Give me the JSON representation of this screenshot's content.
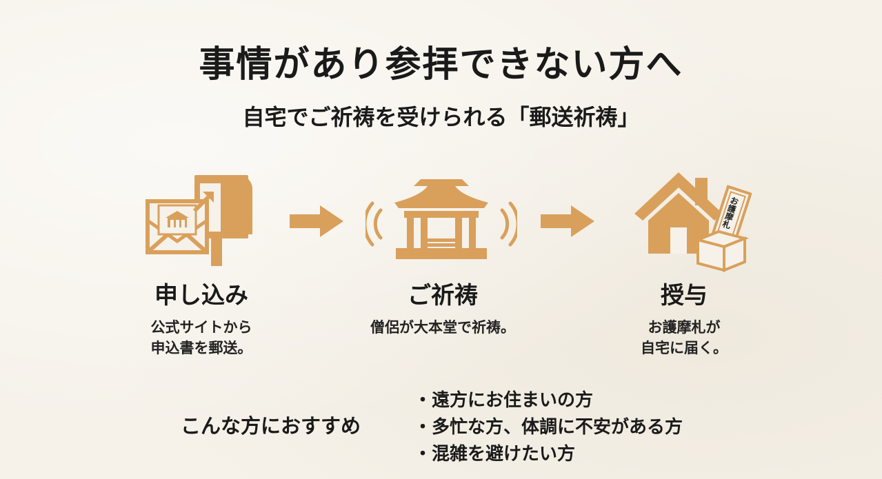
{
  "header": {
    "title": "事情があり参拝できない方へ",
    "subtitle": "自宅でご祈祷を受けられる「郵送祈祷」"
  },
  "colors": {
    "accent": "#d9a05c",
    "text": "#1a1a1a",
    "background": "#f6f2ea"
  },
  "steps": [
    {
      "icon": "envelope-mailbox-icon",
      "title": "申し込み",
      "desc_line1": "公式サイトから",
      "desc_line2": "申込書を郵送。"
    },
    {
      "icon": "temple-icon",
      "title": "ご祈祷",
      "desc_line1": "僧侶が大本堂で祈祷。",
      "desc_line2": ""
    },
    {
      "icon": "house-amulet-icon",
      "title": "授与",
      "desc_line1": "お護摩札が",
      "desc_line2": "自宅に届く。",
      "amulet_text": "お護摩札"
    }
  ],
  "recommend": {
    "label": "こんな方におすすめ",
    "items": [
      "・遠方にお住まいの方",
      "・多忙な方、体調に不安がある方",
      "・混雑を避けたい方"
    ]
  }
}
